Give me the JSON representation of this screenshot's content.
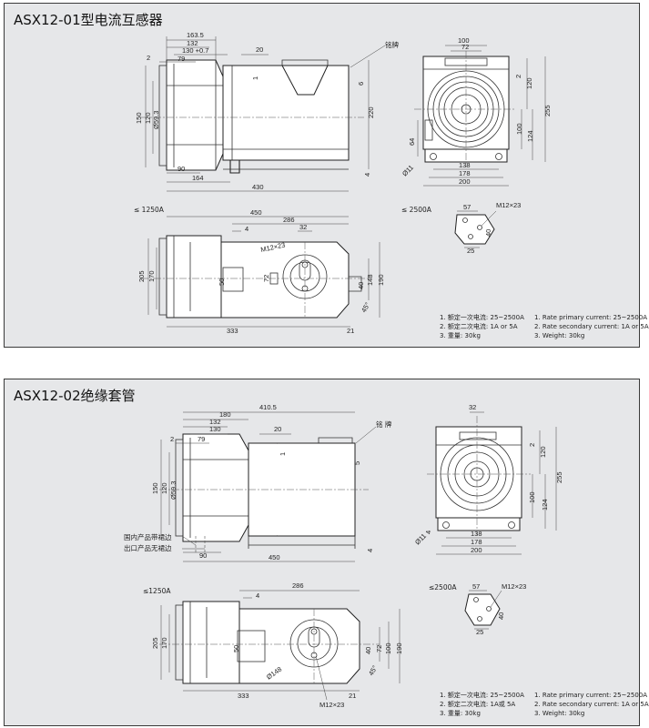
{
  "panel1": {
    "title": "ASX12-01型电流互感器",
    "nameplate_label": "铭牌",
    "range_low": "≤ 1250A",
    "range_high": "≤ 2500A",
    "notes_cn": [
      "1. 额定一次电流: 25~2500A",
      "2. 额定二次电流: 1A or 5A",
      "3. 重量: 30kg"
    ],
    "notes_en": [
      "1. Rate primary current: 25~2500A",
      "2. Rate secondary current: 1A or 5A",
      "3. Weight: 30kg"
    ],
    "dims": {
      "d163_5": "163.5",
      "d132": "132",
      "d130": "130 +0.7",
      "d20": "20",
      "d2": "2",
      "d79": "79",
      "d1": "1",
      "d6": "6",
      "d150": "150",
      "d120": "120",
      "d59_3": "Ø59.3",
      "d220": "220",
      "d4": "4",
      "d90": "90",
      "d164": "164",
      "d430": "430",
      "f100": "100",
      "f72": "72",
      "f2": "2",
      "f120": "120",
      "f255": "255",
      "f100b": "100",
      "f124": "124",
      "f64": "64",
      "f11": "Ø11",
      "f138": "138",
      "f178": "178",
      "f200": "200",
      "p450": "450",
      "p286": "286",
      "p4": "4",
      "p32": "32",
      "pm": "M12×23",
      "p205": "205",
      "p170": "170",
      "p50": "50",
      "p40": "40",
      "p148": "148",
      "p190": "190",
      "p45": "45°",
      "p333": "333",
      "p21": "21",
      "p72": "72",
      "t57": "57",
      "tm": "M12×23",
      "t40": "40",
      "t25": "25"
    }
  },
  "panel2": {
    "title": "ASX12-02绝缘套管",
    "nameplate_label": "铭 牌",
    "label_domestic": "国内产品带裙边",
    "label_export": "出口产品无裙边",
    "range_low": "≤1250A",
    "range_high": "≤2500A",
    "notes_cn": [
      "1. 额定一次电流: 25~2500A",
      "2. 额定二次电流: 1A或 5A",
      "3. 重量: 30kg"
    ],
    "notes_en": [
      "1. Rate primary current: 25~2500A",
      "2. Rate secondary current: 1A or 5A",
      "3. Weight: 30kg"
    ],
    "dims": {
      "d410_5": "410.5",
      "d180": "180",
      "d132": "132",
      "d130": "130",
      "d20": "20",
      "d2": "2",
      "d79": "79",
      "d1": "1",
      "d5": "5",
      "d150": "150",
      "d120": "120",
      "d59_3": "Ø59.3",
      "d90": "90",
      "d450": "450",
      "d4": "4",
      "f32": "32",
      "f2": "2",
      "f120": "120",
      "f255": "255",
      "f100": "100",
      "f124": "124",
      "f4": "4",
      "f11": "Ø11",
      "f138": "138",
      "f178": "178",
      "f200": "200",
      "p286": "286",
      "p4": "4",
      "p205": "205",
      "p170": "170",
      "p50": "50",
      "p40": "40",
      "p72": "72",
      "p100": "100",
      "p190": "190",
      "p148": "Ø148",
      "p45": "45°",
      "p333": "333",
      "p21": "21",
      "pm": "M12×23",
      "t57": "57",
      "tm": "M12×23",
      "t40": "40",
      "t25": "25"
    }
  }
}
